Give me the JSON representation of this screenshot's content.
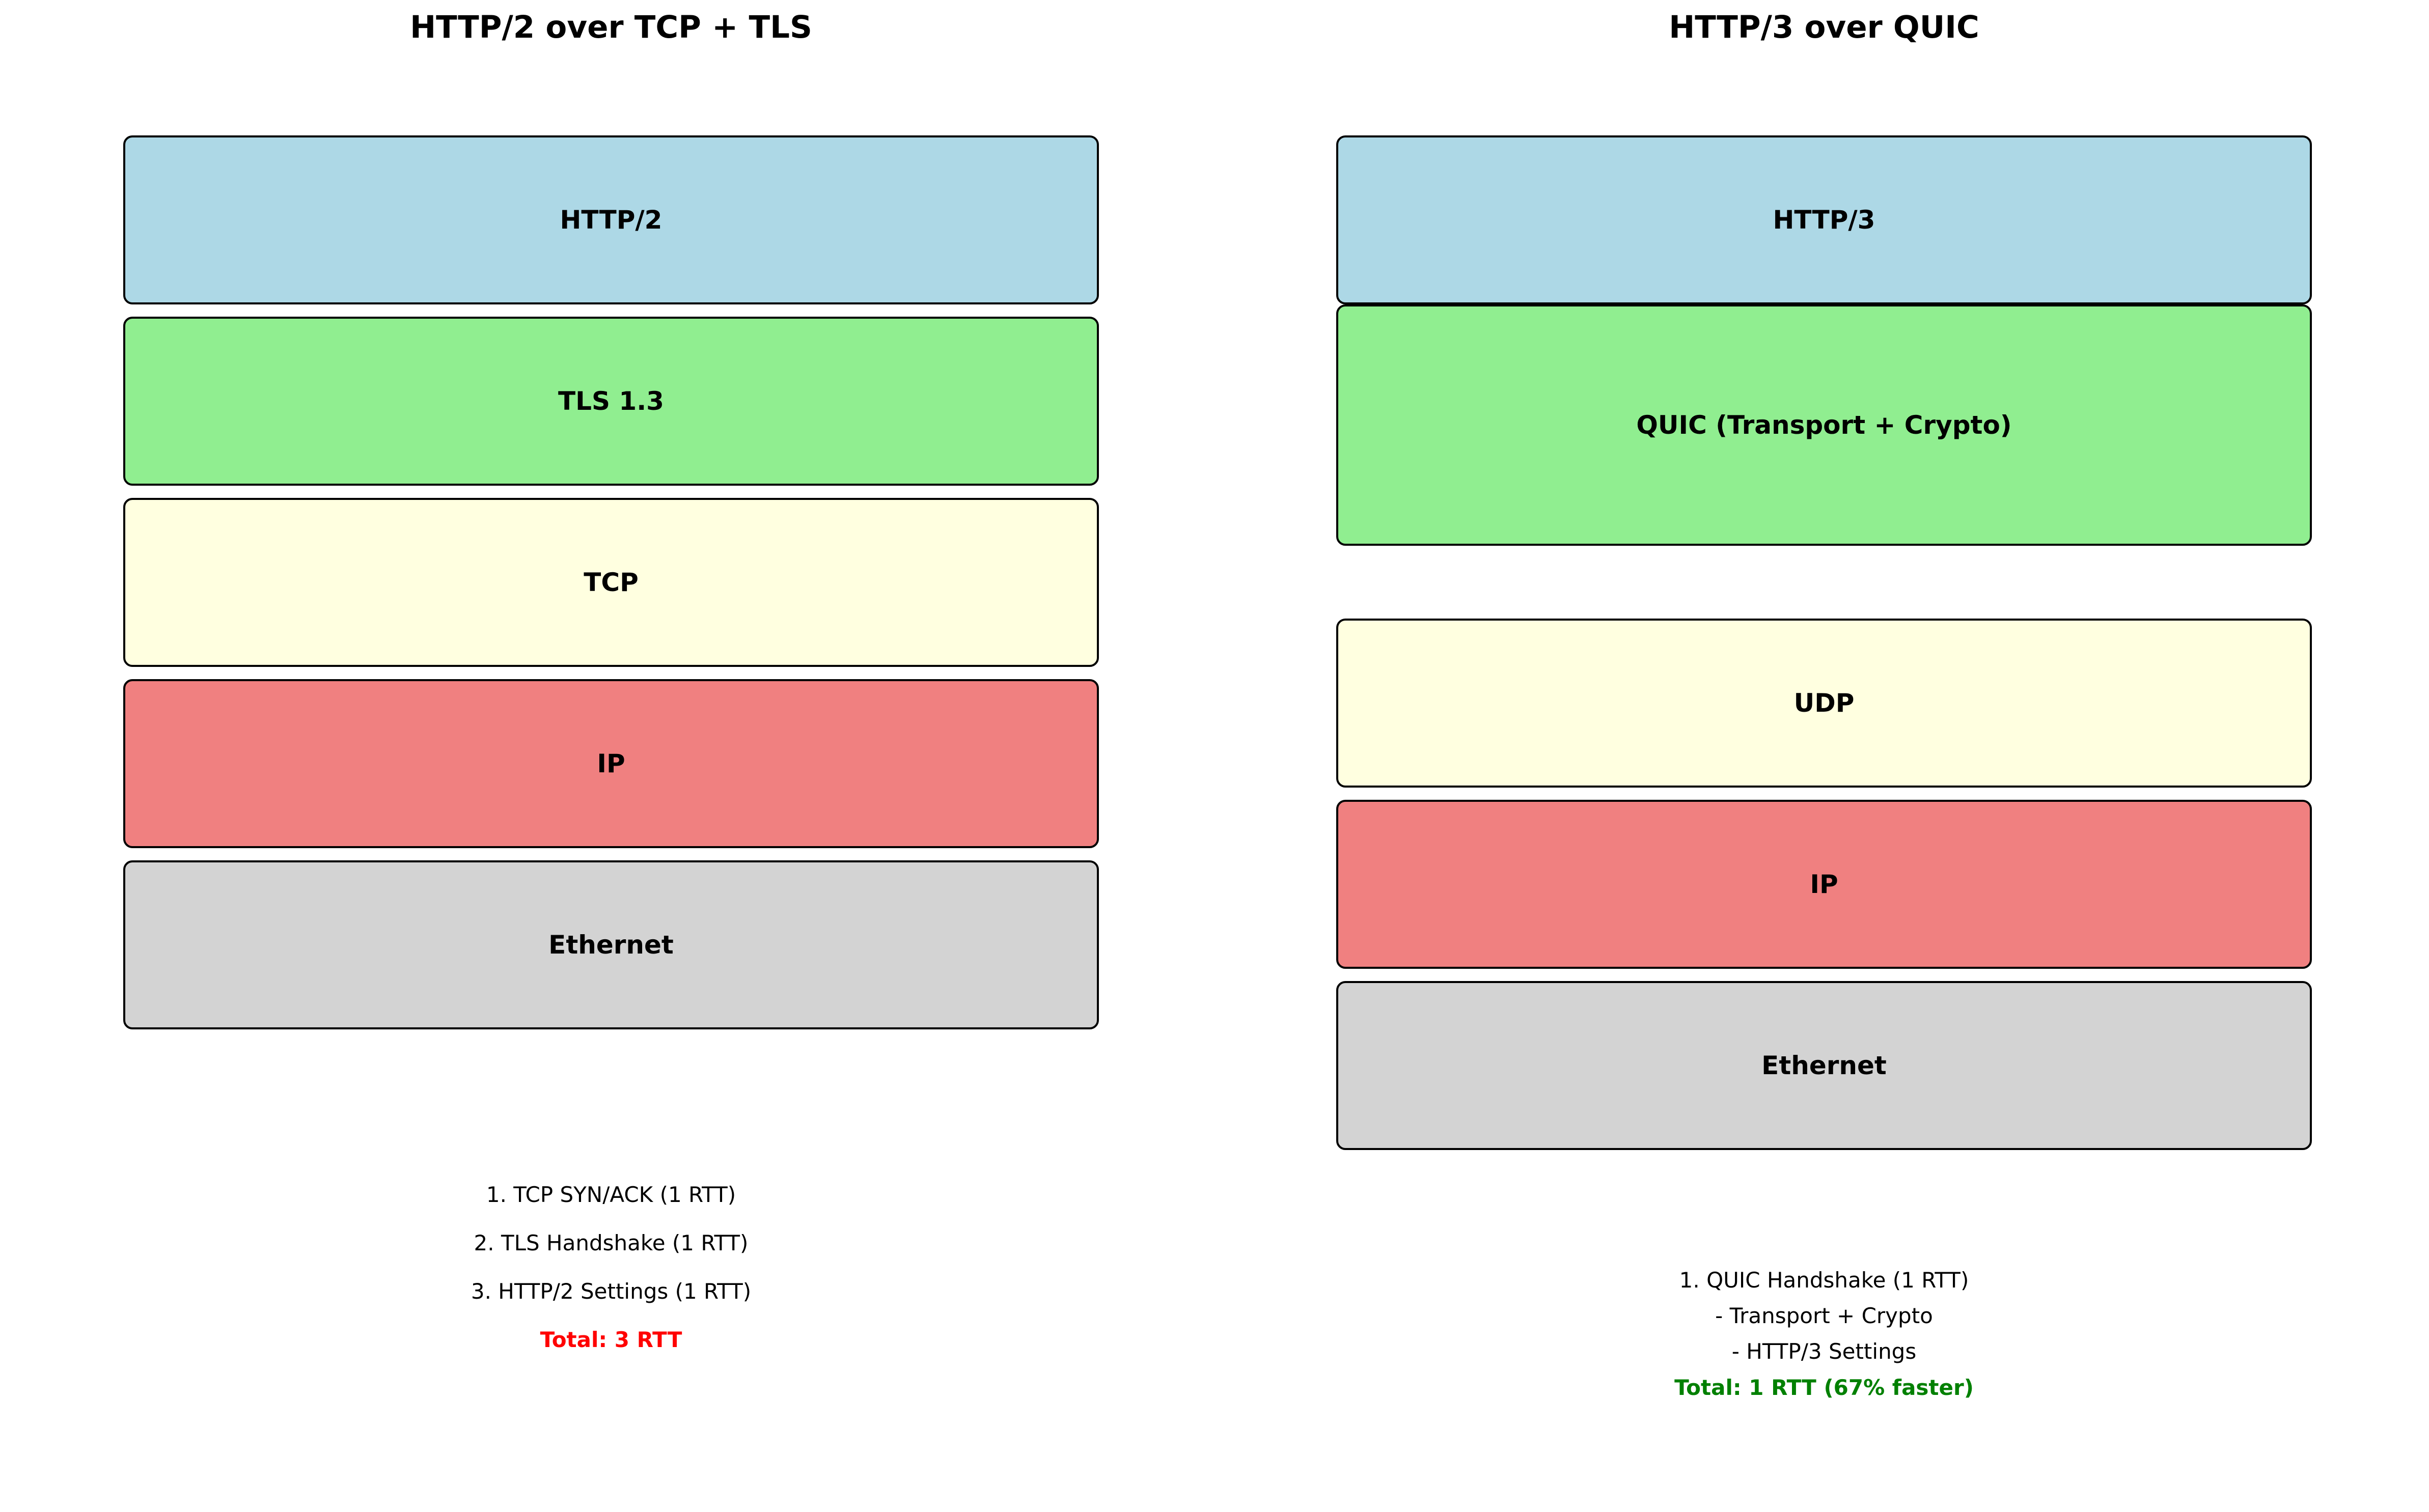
{
  "left": {
    "title": "HTTP/2 over TCP + TLS",
    "layers": [
      {
        "label": "HTTP/2",
        "color": "#add8e6"
      },
      {
        "label": "TLS 1.3",
        "color": "#90ee90"
      },
      {
        "label": "TCP",
        "color": "#ffffe0"
      },
      {
        "label": "IP",
        "color": "#f08080"
      },
      {
        "label": "Ethernet",
        "color": "#d3d3d3"
      }
    ],
    "steps": [
      "1. TCP SYN/ACK (1 RTT)",
      "2. TLS Handshake (1 RTT)",
      "3. HTTP/2 Settings (1 RTT)"
    ],
    "total": "Total: 3 RTT",
    "total_color": "#ff0000"
  },
  "right": {
    "title": "HTTP/3 over QUIC",
    "layers": [
      {
        "label": "HTTP/3",
        "color": "#add8e6"
      },
      {
        "label": "QUIC (Transport + Crypto)",
        "color": "#90ee90"
      },
      {
        "label": "UDP",
        "color": "#ffffe0"
      },
      {
        "label": "IP",
        "color": "#f08080"
      },
      {
        "label": "Ethernet",
        "color": "#d3d3d3"
      }
    ],
    "steps": [
      "1. QUIC Handshake (1 RTT)",
      "- Transport + Crypto",
      "- HTTP/3 Settings"
    ],
    "total": "Total: 1 RTT (67% faster)",
    "total_color": "#008000"
  }
}
